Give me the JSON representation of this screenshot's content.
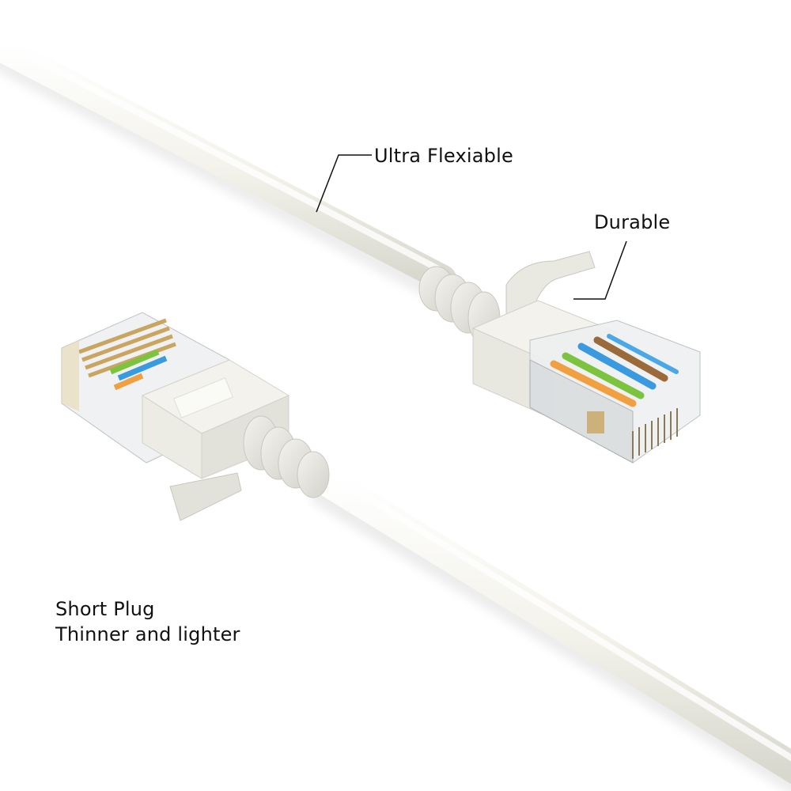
{
  "product": {
    "subject": "white ethernet patch cable with two RJ45 plugs",
    "colors": {
      "background": "#ffffff",
      "cable": "#f2f1ea",
      "cable_shade": "#dcdbd2",
      "boot": "#e9e8e1",
      "boot_shade": "#c9c8c0",
      "leader_line": "#111111",
      "text": "#111111",
      "wire_orange": "#f0a040",
      "wire_green": "#7cc440",
      "wire_blue": "#3a9ae0",
      "wire_brown": "#9a6a3a",
      "contact_gold": "#c9a560"
    }
  },
  "callouts": {
    "ultra_flexible": "Ultra Flexiable",
    "durable": "Durable",
    "short_plug": "Short Plug",
    "thinner_lighter": "Thinner and lighter"
  }
}
